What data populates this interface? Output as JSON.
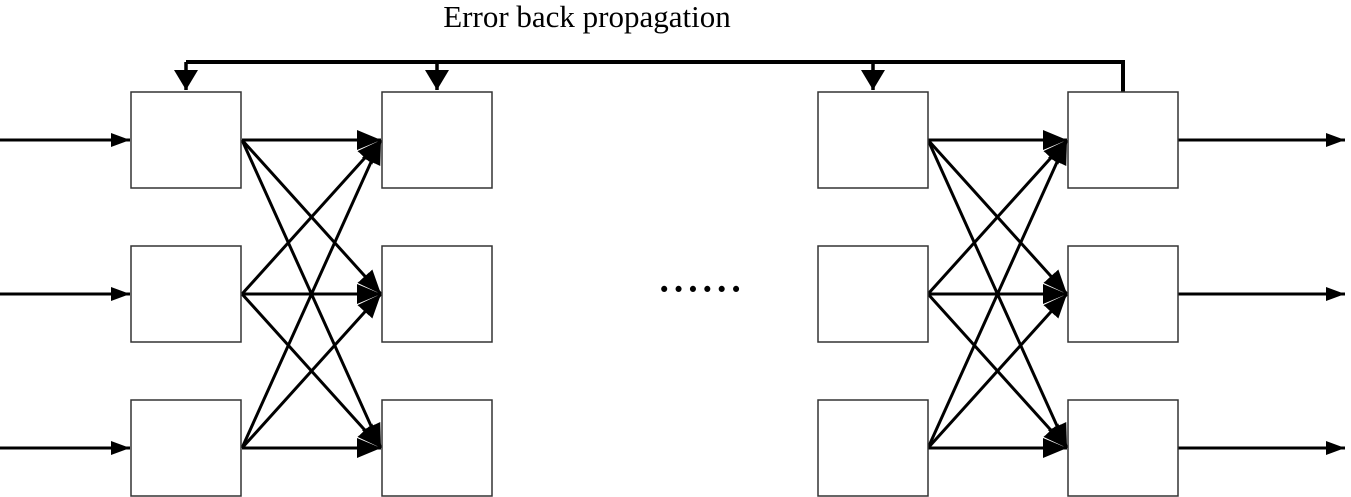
{
  "diagram": {
    "title": "Error back propagation",
    "ellipsis": "••••••",
    "colors": {
      "line": "#000000",
      "box_border": "#333333",
      "box_fill": "#ffffff",
      "background": "#ffffff"
    },
    "structure": {
      "type": "neural-network-diagram",
      "groups": 2,
      "columns_per_group": 2,
      "rows_per_column": 3,
      "connection_style": "fully-connected",
      "inputs": 3,
      "outputs": 3,
      "feedback": "top rail from output box into layer columns"
    }
  }
}
